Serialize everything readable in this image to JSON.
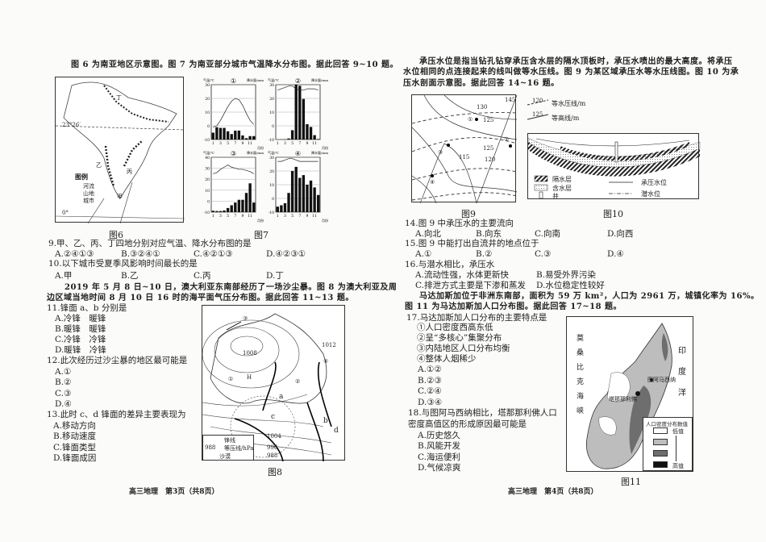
{
  "left_page": {
    "intro": "图 6 为南亚地区示意图。图 7 为南亚部分城市气温降水分布图。据此回答 9~10 题。",
    "figure6": {
      "caption": "图6",
      "labels": [
        "丁",
        "乙",
        "丙",
        "甲",
        "23°26′",
        "0°"
      ],
      "legend_title": "图例",
      "legend": [
        "河流",
        "山地",
        "城市"
      ]
    },
    "figure7": {
      "caption": "图7",
      "temp_unit": "气温/℃",
      "precip_unit": "降水量/mm",
      "month_unit": "月份",
      "charts": [
        {
          "id": "①",
          "temp_range": [
            -10,
            30
          ],
          "precip_max": 400,
          "temp": [
            -1,
            0,
            4,
            9,
            14,
            18,
            20,
            19,
            15,
            9,
            4,
            1
          ],
          "precip": [
            50,
            90,
            85,
            85,
            60,
            40,
            65,
            65,
            30,
            10,
            25,
            25
          ]
        },
        {
          "id": "②",
          "temp_range": [
            -10,
            30
          ],
          "precip_max": 1000,
          "temp": [
            26,
            27,
            28,
            29,
            29,
            27,
            26,
            26,
            27,
            27,
            27,
            26
          ],
          "precip": [
            2,
            2,
            5,
            20,
            170,
            1000,
            980,
            740,
            280,
            230,
            80,
            10
          ]
        },
        {
          "id": "③",
          "temp_range": [
            -10,
            40
          ],
          "precip_max": 400,
          "temp": [
            25,
            26,
            29,
            31,
            33,
            31,
            30,
            29,
            29,
            28,
            27,
            25
          ],
          "precip": [
            10,
            8,
            8,
            12,
            30,
            50,
            70,
            90,
            90,
            140,
            210,
            70
          ]
        },
        {
          "id": "④",
          "temp_range": [
            -10,
            30
          ],
          "precip_max": 400,
          "temp": [
            27,
            27,
            28,
            29,
            29,
            28,
            27,
            27,
            27,
            27,
            27,
            27
          ],
          "precip": [
            40,
            50,
            65,
            140,
            300,
            330,
            250,
            270,
            200,
            230,
            180,
            125
          ]
        }
      ]
    },
    "q9": "9.甲、乙、丙、丁四地分别对应气温、降水分布图的是",
    "q9_options": [
      "A.②④①③",
      "B.③②④①",
      "C.④②①③",
      "D.④②③①"
    ],
    "q10": "10.以下城市受夏季风影响时间最长的是",
    "q10_options": [
      "A.甲",
      "B.乙",
      "C.丙",
      "D.丁"
    ],
    "passage2_line1": "2019 年 5 月 8 日~10 日，澳大利亚东南部经历了一场沙尘暴。图 8 为澳大利亚及周",
    "passage2_line2": "边区域当地时间 8 月 10 日 16 时的海平面气压分布图。据此回答 11~13 题。",
    "q11": "11.锋面 a、b 分别是",
    "q11_options": [
      "A.冷锋　暖锋",
      "B.暖锋　暖锋",
      "C.冷锋　冷锋",
      "D.暖锋　冷锋"
    ],
    "q12": "12.此次经历过沙尘暴的地区最可能是",
    "q12_options": [
      "A.①",
      "B.②",
      "C.③",
      "D.④"
    ],
    "q13": "13.此时 c、d 锋面的差异主要表现为",
    "q13_options": [
      "A.移动方向",
      "B.移动速度",
      "C.锋面类型",
      "D.锋面成因"
    ],
    "figure8": {
      "caption": "图8",
      "labels": [
        "③",
        "①",
        "②",
        "④",
        "H",
        "1008",
        "1012",
        "1004",
        "996",
        "988",
        "a",
        "b",
        "c",
        "d"
      ],
      "legend": [
        "锋线",
        "等压线/hPa",
        "沙漠"
      ],
      "legend_sample": "988"
    },
    "footer": "高三地理　第3页（共8页）"
  },
  "right_page": {
    "passage1_lines": [
      "承压水位是指当钻孔钻穿承压含水层的隔水顶板时，承压水喷出的最大高度。将承压",
      "水位相同的点连接起来的线叫做等水压线。图 9 为某区域承压水等水压线图。图 10 为承",
      "压水剖面示意图。据此回答 14~16 题。"
    ],
    "figure9": {
      "caption": "图9",
      "labels": [
        "①",
        "②",
        "③",
        "④",
        "130",
        "125",
        "125",
        "120",
        "115",
        "145"
      ]
    },
    "legend9": [
      {
        "sample": "120",
        "label": "等水压线/m"
      },
      {
        "sample": "125",
        "label": "等高线/m"
      }
    ],
    "figure10": {
      "caption": "图10",
      "legend": [
        "隔水层",
        "含水层",
        "井",
        "承压水位",
        "潜水位"
      ]
    },
    "q14": "14.图 9 中承压水的主要流向",
    "q14_options": [
      "A.向北",
      "B.向东",
      "C.向南",
      "D.向西"
    ],
    "q15": "15.图 9 中能打出自流井的地点位于",
    "q15_options": [
      "A.①",
      "B.②",
      "C.③",
      "D.④"
    ],
    "q16": "16.与潜水相比，承压水",
    "q16_options": [
      "A.流动性强，水体更新快",
      "B.易受外界污染",
      "C.排泄方式主要是下渗和蒸发",
      "D.水位稳定性较好"
    ],
    "passage2_line1": "马达加斯加位于非洲东南部，面积为 59 万 km²，人口为 2961 万，城镇化率为 16%。",
    "passage2_line2": "图 11 为马达加斯加人口分布图。据此回答 17~18 题。",
    "q17": "17.马达加斯加人口分布的主要特点是",
    "q17_items": [
      "①人口密度西高东低",
      "②呈“多核心”集聚分布",
      "③内陆地区人口分布均衡",
      "④整体人烟稀少"
    ],
    "q17_options": [
      "A.①②",
      "B.②③",
      "C.②④",
      "D.③④"
    ],
    "q18_line1": "18.与图阿马西纳相比，塔那那利佛人口",
    "q18_line2": "密度高值区的形成原因最可能是",
    "q18_options": [
      "A.历史悠久",
      "B.风能开发",
      "C.海运便利",
      "D.气候凉爽"
    ],
    "figure11": {
      "caption": "图11",
      "sea_left": "莫桑比克海峡",
      "sea_right": "印度洋",
      "city1": "图阿马西纳",
      "city2": "塔那那利佛",
      "legend_title": "人口密度分布数值",
      "legend_low": "低值",
      "legend_high": "高值",
      "legend_colors": [
        "#ffffff",
        "#bdbdbd",
        "#6e6e6e",
        "#111111"
      ]
    },
    "footer": "高三地理　第4页（共8页）"
  }
}
